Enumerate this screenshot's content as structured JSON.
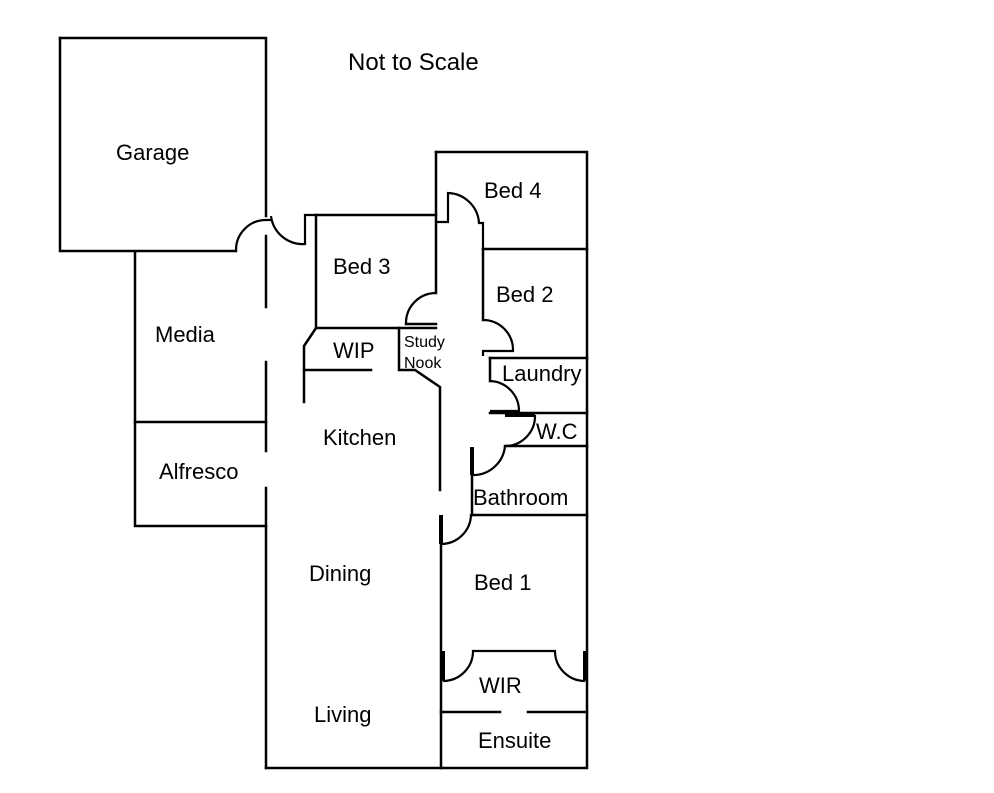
{
  "title": "Not to Scale",
  "rooms": {
    "garage": "Garage",
    "media": "Media",
    "alfresco": "Alfresco",
    "bed3": "Bed 3",
    "wip": "WIP",
    "study_nook_line1": "Study",
    "study_nook_line2": "Nook",
    "kitchen": "Kitchen",
    "dining": "Dining",
    "living": "Living",
    "bed4": "Bed 4",
    "bed2": "Bed 2",
    "laundry": "Laundry",
    "wc": "W.C",
    "bathroom": "Bathroom",
    "bed1": "Bed 1",
    "wir": "WIR",
    "ensuite": "Ensuite"
  },
  "colors": {
    "wall": "#000000",
    "background": "#ffffff"
  }
}
